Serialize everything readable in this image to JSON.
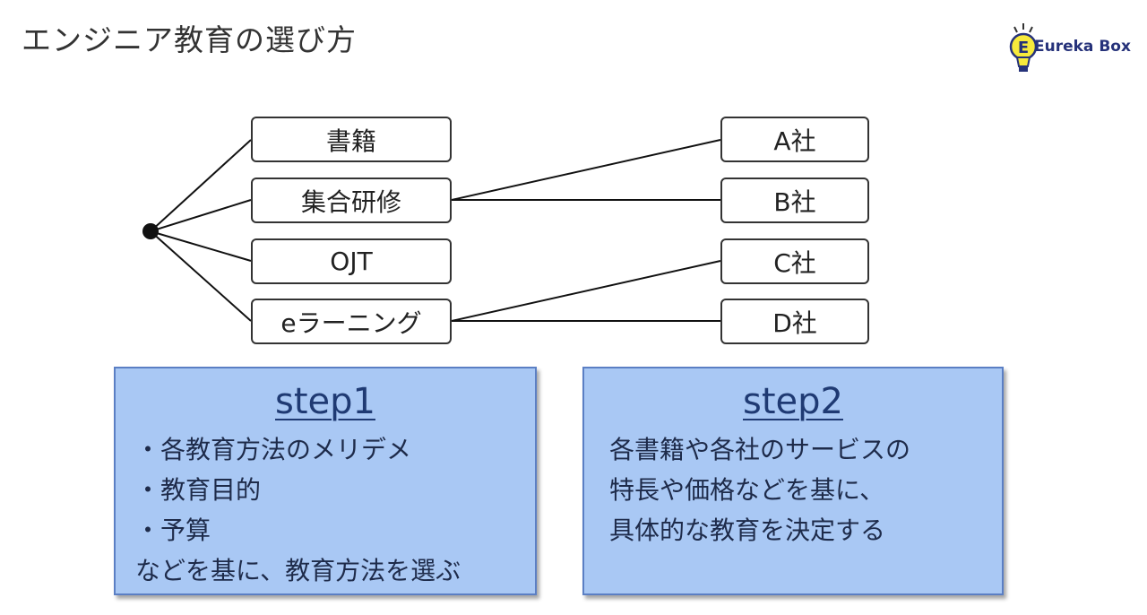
{
  "header": {
    "title": "エンジニア教育の選び方"
  },
  "logo": {
    "text": "Eureka Box",
    "initial": "E"
  },
  "diagram": {
    "methods": [
      "書籍",
      "集合研修",
      "OJT",
      "eラーニング"
    ],
    "companies": [
      "A社",
      "B社",
      "C社",
      "D社"
    ]
  },
  "step1": {
    "title": "step1",
    "lines": [
      "・各教育方法のメリデメ",
      "・教育目的",
      "・予算",
      "などを基に、教育方法を選ぶ"
    ]
  },
  "step2": {
    "title": "step2",
    "lines": [
      "各書籍や各社のサービスの",
      "特長や価格などを基に、",
      "具体的な教育を決定する"
    ]
  },
  "colors": {
    "box_fill": "#a9c8f4",
    "box_border": "#5b7fc4",
    "step_title": "#1f3a73",
    "logo_text": "#26327a",
    "bulb": "#f7ea3c"
  }
}
